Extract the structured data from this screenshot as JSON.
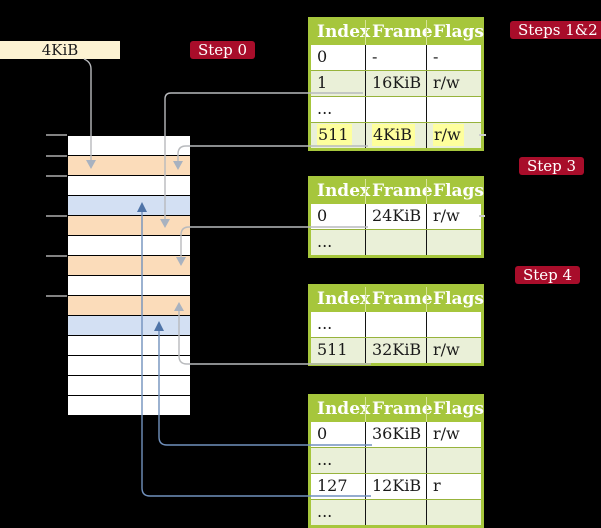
{
  "frame_box": {
    "label": "4KiB"
  },
  "badges": {
    "step0": "Step 0",
    "steps12": "Steps 1&2",
    "step3": "Step 3",
    "step4": "Step 4"
  },
  "memory_stack": {
    "row_colors": [
      "white",
      "peach",
      "white",
      "blue",
      "peach",
      "white",
      "peach",
      "white",
      "peach",
      "blue",
      "white",
      "white",
      "white",
      "white"
    ],
    "tick_count": 6
  },
  "tables": [
    {
      "name": "page-table-steps-1-2",
      "headers": [
        "Index",
        "Frame",
        "Flags"
      ],
      "rows": [
        {
          "index": "0",
          "frame": "-",
          "flags": "-"
        },
        {
          "index": "1",
          "frame": "16KiB",
          "flags": "r/w"
        },
        {
          "index": "...",
          "frame": "",
          "flags": ""
        },
        {
          "index": "511",
          "frame": "4KiB",
          "flags": "r/w"
        }
      ]
    },
    {
      "name": "page-table-step-3",
      "headers": [
        "Index",
        "Frame",
        "Flags"
      ],
      "rows": [
        {
          "index": "0",
          "frame": "24KiB",
          "flags": "r/w"
        },
        {
          "index": "...",
          "frame": "",
          "flags": ""
        }
      ]
    },
    {
      "name": "page-table-step-4a",
      "headers": [
        "Index",
        "Frame",
        "Flags"
      ],
      "rows": [
        {
          "index": "...",
          "frame": "",
          "flags": ""
        },
        {
          "index": "511",
          "frame": "32KiB",
          "flags": "r/w"
        }
      ]
    },
    {
      "name": "page-table-step-4b",
      "headers": [
        "Index",
        "Frame",
        "Flags"
      ],
      "rows": [
        {
          "index": "0",
          "frame": "36KiB",
          "flags": "r/w"
        },
        {
          "index": "...",
          "frame": "",
          "flags": ""
        },
        {
          "index": "127",
          "frame": "12KiB",
          "flags": "r"
        },
        {
          "index": "...",
          "frame": "",
          "flags": ""
        }
      ]
    }
  ],
  "colors": {
    "background": "#000000",
    "table_green": "#a6c63c",
    "row_shade_green": "#eaf0d8",
    "highlight_yellow": "#feff9d",
    "frame_peach": "#fbdcba",
    "frame_blue": "#d3e0f3",
    "frame_box_cream": "#fdf3d2",
    "badge_crimson": "#a80d2a",
    "arrow_gray": "#b8babd",
    "arrow_blue": "#7191bd"
  }
}
